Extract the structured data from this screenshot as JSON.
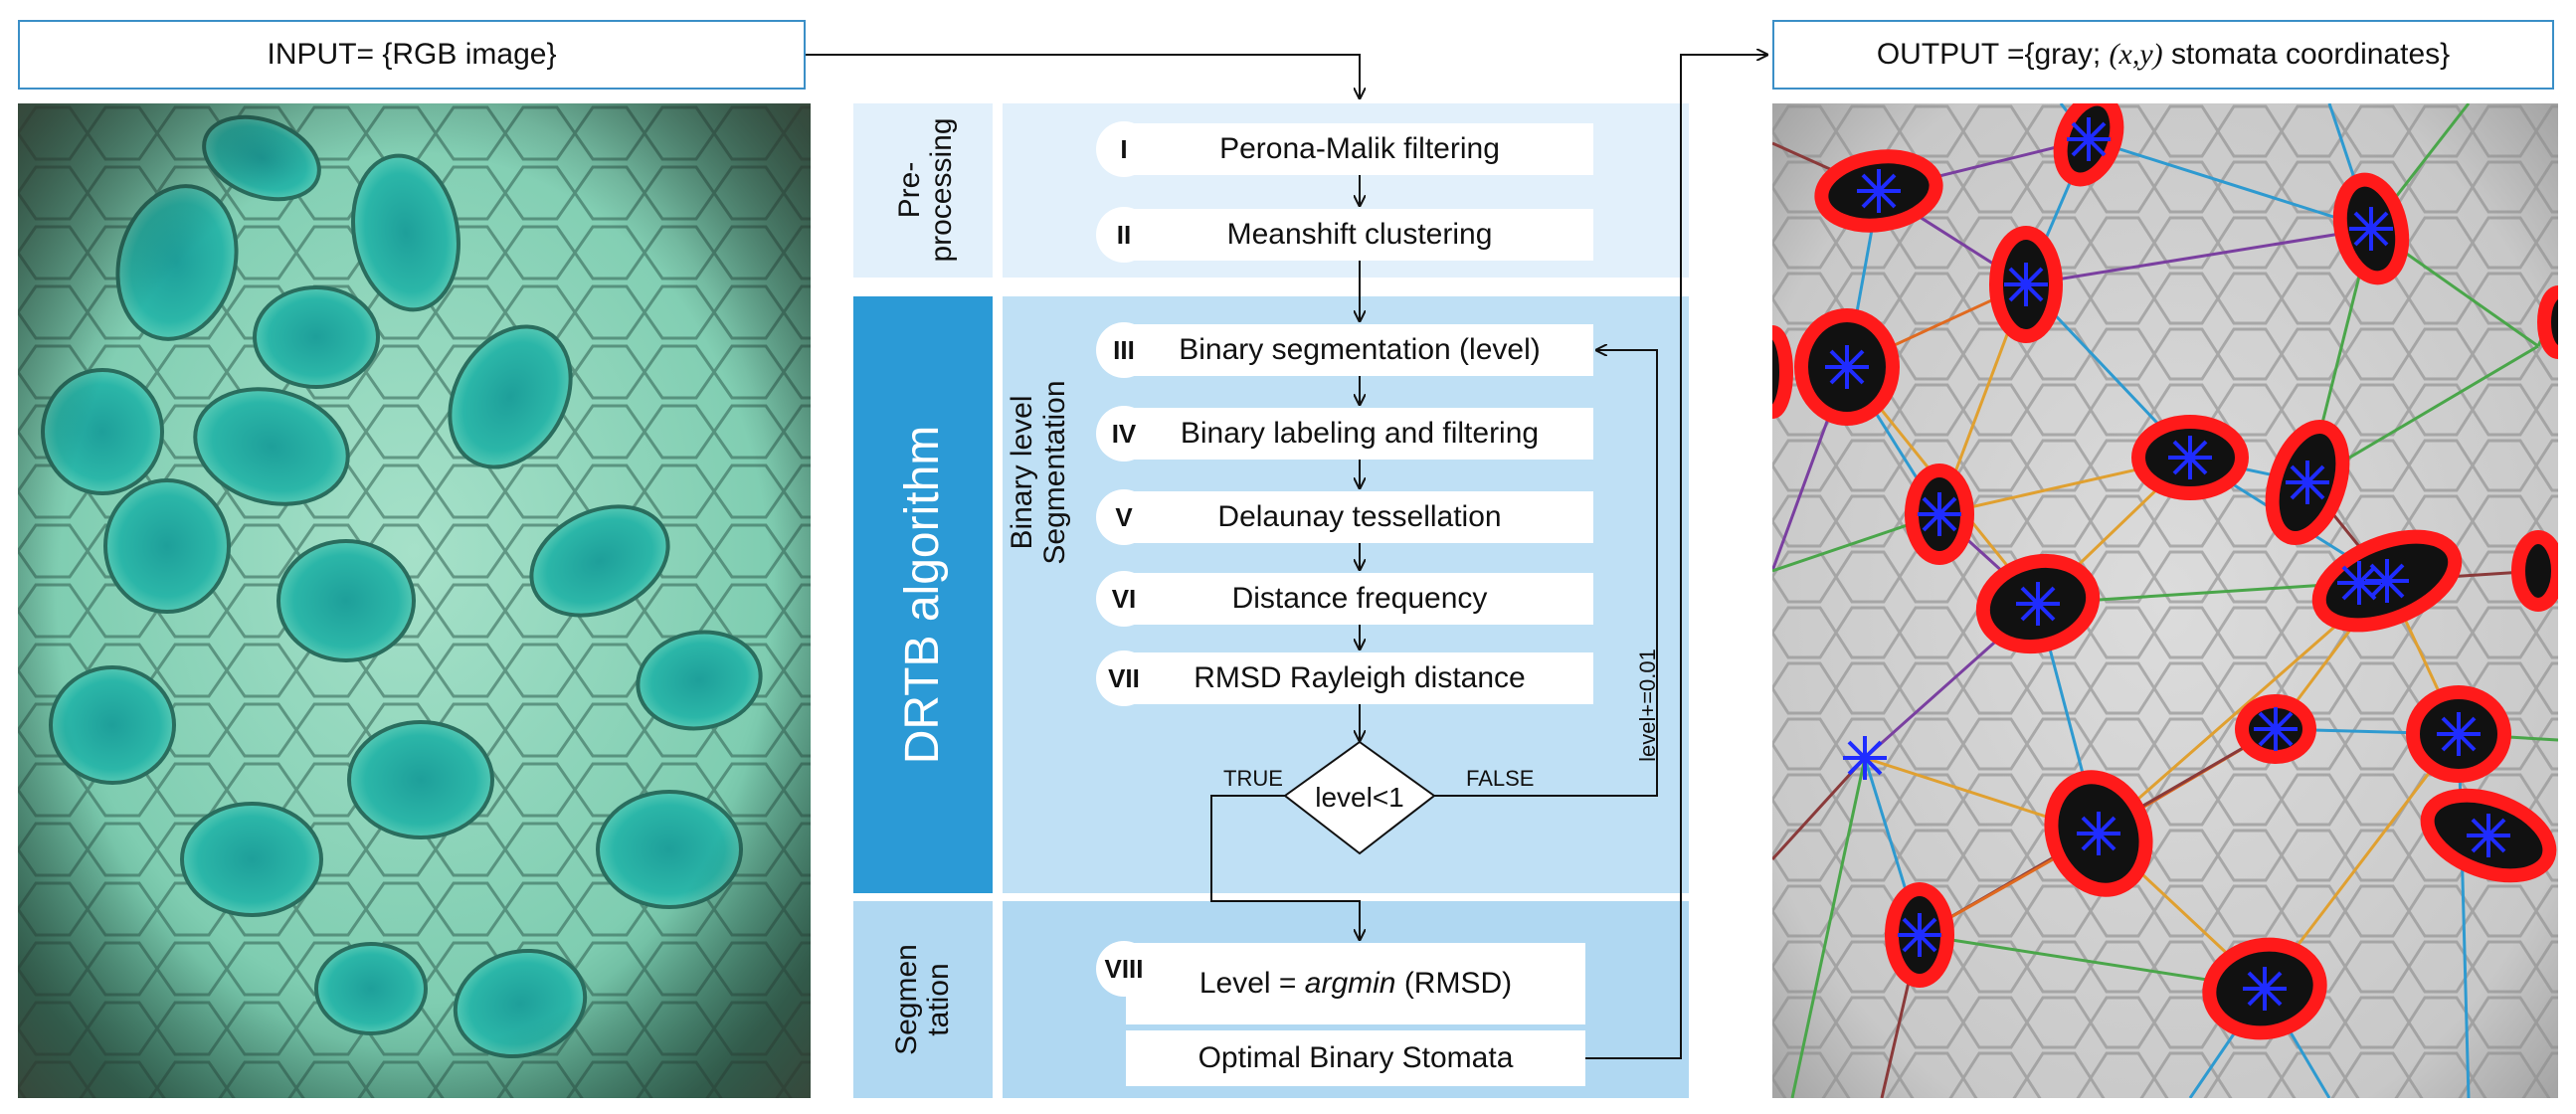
{
  "input_label": "INPUT= {RGB image}",
  "output_label_prefix": "OUTPUT ={gray; ",
  "output_label_xy": "(x,y)",
  "output_label_suffix": " stomata coordinates}",
  "sections": {
    "preprocessing": "Pre-\nprocessing",
    "drtb": "DRTB algorithm",
    "binary_level": "Binary level\nSegmentation",
    "segmentation": "Segmen\ntation"
  },
  "steps": [
    {
      "num": "I",
      "label": "Perona-Malik filtering"
    },
    {
      "num": "II",
      "label": "Meanshift clustering"
    },
    {
      "num": "III",
      "label": "Binary segmentation (level)"
    },
    {
      "num": "IV",
      "label": "Binary labeling and filtering"
    },
    {
      "num": "V",
      "label": "Delaunay tessellation"
    },
    {
      "num": "VI",
      "label": "Distance frequency"
    },
    {
      "num": "VII",
      "label": "RMSD Rayleigh distance"
    }
  ],
  "decision": {
    "label": "level<1",
    "true_label": "TRUE",
    "false_label": "FALSE",
    "loop_label": "level+=0.01"
  },
  "step8": {
    "num": "VIII",
    "label_prefix": "Level = ",
    "label_fn": "argmin",
    "label_suffix": " (RMSD)",
    "result": "Optimal Binary Stomata"
  },
  "colors": {
    "accent_blue": "#2b9ad6",
    "box_border": "#3b8fc7",
    "light_band": "#e2f0fb",
    "mid_band": "#bfe0f5",
    "stomata_ring": "#ff1a1a",
    "stomata_marker": "#1f2cff"
  }
}
